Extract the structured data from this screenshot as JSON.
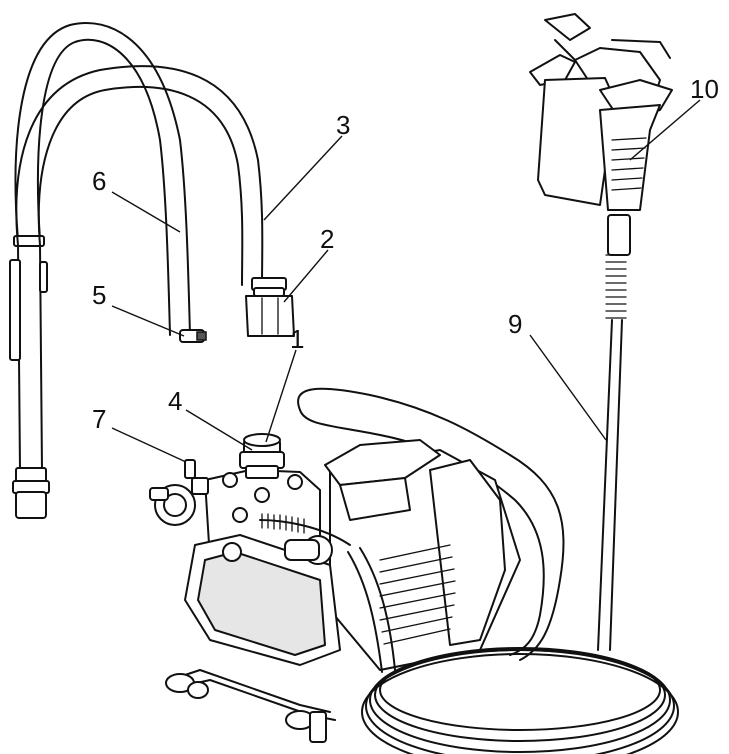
{
  "callouts": [
    {
      "id": "1",
      "text": "1"
    },
    {
      "id": "2",
      "text": "2"
    },
    {
      "id": "3",
      "text": "3"
    },
    {
      "id": "4",
      "text": "4"
    },
    {
      "id": "5",
      "text": "5"
    },
    {
      "id": "6",
      "text": "6"
    },
    {
      "id": "7",
      "text": "7"
    },
    {
      "id": "9",
      "text": "9"
    },
    {
      "id": "10",
      "text": "10"
    }
  ]
}
